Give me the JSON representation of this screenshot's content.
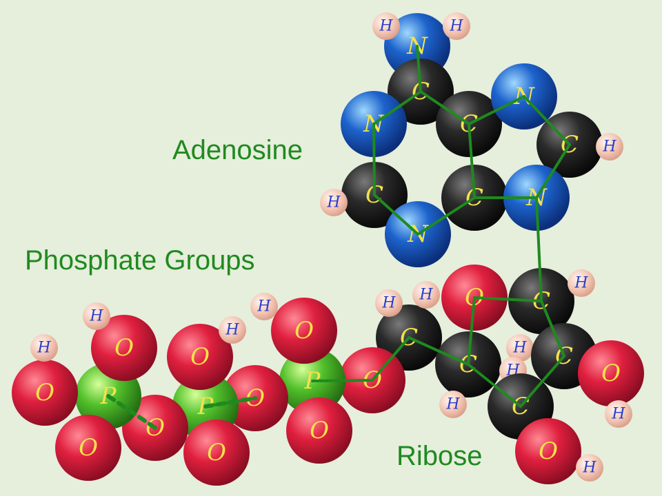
{
  "labels": {
    "adenosine": "Adenosine",
    "phosphate": "Phosphate Groups",
    "ribose": "Ribose"
  },
  "colors": {
    "background": "#e6eedc",
    "bond": "#1f8a1f",
    "label": "#1f8a1f",
    "oxygen": "#d81c3c",
    "phosphorus": "#4fbf2a",
    "carbon": "#1f1f1f",
    "nitrogen": "#1b5fc8",
    "hydrogen": "#f3c7b8",
    "heavy_atom_text": "#f2e34a",
    "hydrogen_text": "#2a3cc8"
  },
  "atoms": {
    "N1": "N",
    "H1": "H",
    "H2": "H",
    "C1": "C",
    "N2": "N",
    "C2": "C",
    "N3": "N",
    "C3": "C",
    "H3": "H",
    "C4": "C",
    "H4": "H",
    "C5": "C",
    "N4": "N",
    "N5": "N",
    "O1": "O",
    "C6": "C",
    "H5": "H",
    "C7": "C",
    "H6": "H",
    "H7": "H",
    "C8": "C",
    "H8": "H",
    "H9": "H",
    "C9": "C",
    "H10": "H",
    "O2": "O",
    "H11": "H",
    "C10": "C",
    "O3": "O",
    "H12": "H",
    "O4": "O",
    "P1": "P",
    "O5": "O",
    "O6": "O",
    "H13": "H",
    "O7": "O",
    "P2": "P",
    "O8": "O",
    "H14": "H",
    "O9": "O",
    "O10": "O",
    "P3": "P",
    "O11": "O",
    "H15": "H",
    "O12": "O",
    "O13": "O",
    "H16": "H"
  }
}
